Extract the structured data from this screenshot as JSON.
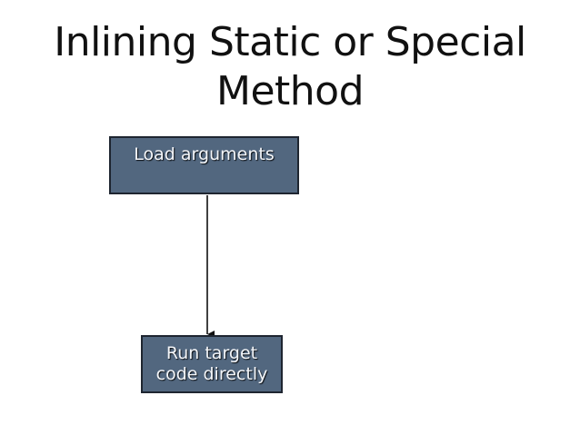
{
  "slide": {
    "title_line_1": "Inlining Static or Special",
    "title_line_2": "Method"
  },
  "diagram": {
    "nodes": {
      "load_arguments": {
        "label": "Load arguments"
      },
      "run_target": {
        "label_line_1": "Run target",
        "label_line_2": "code directly"
      }
    },
    "edges": [
      {
        "from": "load_arguments",
        "to": "run_target",
        "style": "arrow"
      }
    ]
  },
  "colors": {
    "box_fill": "#52677f",
    "box_border": "#1e2530",
    "box_text": "#f4f6f9",
    "arrow": "#111111",
    "title": "#111111"
  }
}
